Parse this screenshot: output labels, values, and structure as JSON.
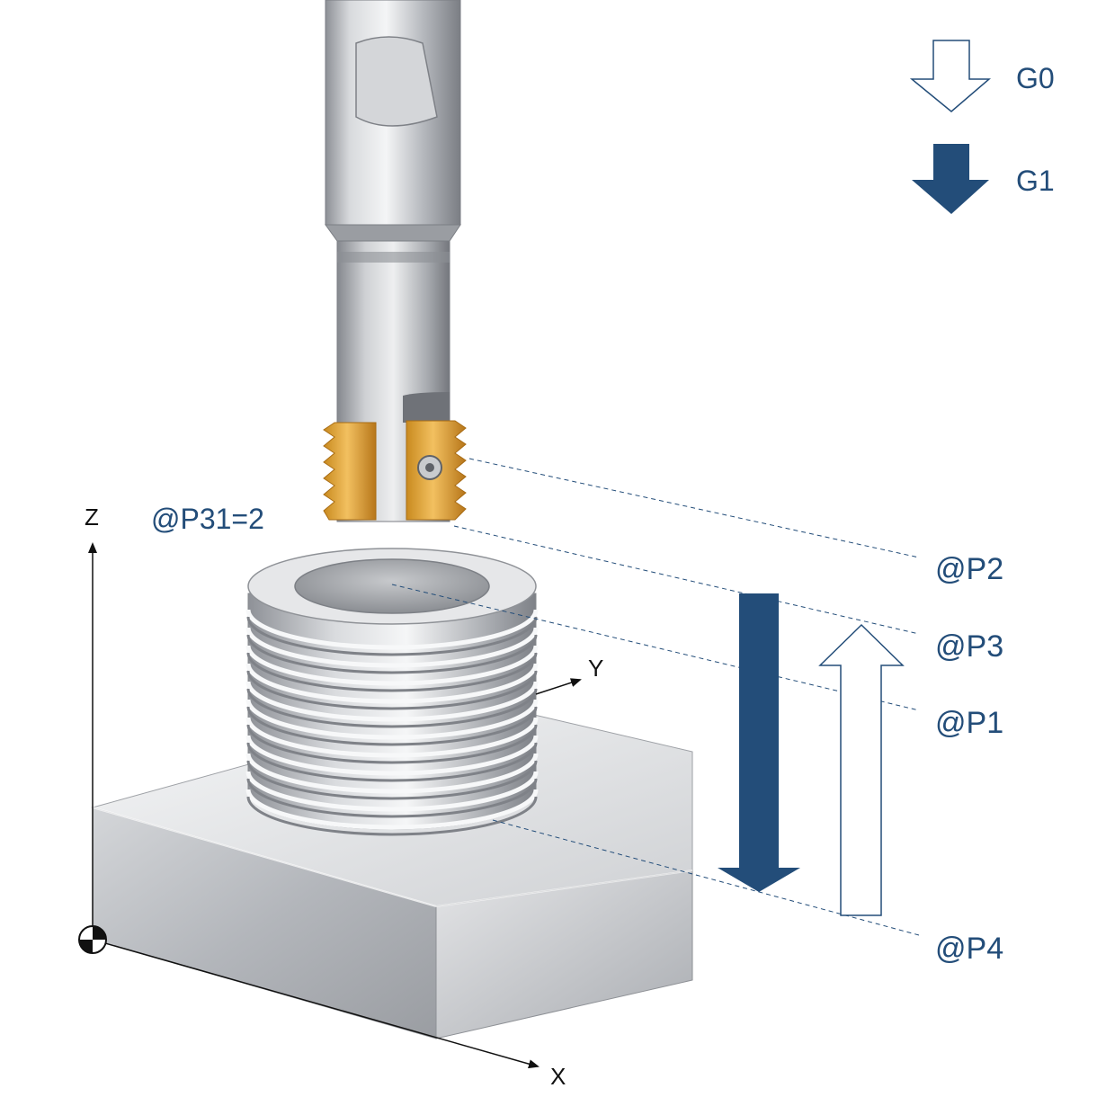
{
  "legend": {
    "rapid_label": "G0",
    "feed_label": "G1"
  },
  "parameters": {
    "p31": "@P31=2",
    "p2": "@P2",
    "p3": "@P3",
    "p1": "@P1",
    "p4": "@P4"
  },
  "axes": {
    "z": "Z",
    "y": "Y",
    "x": "X"
  },
  "colors": {
    "accent": "#234d79",
    "insert": "#e0a53c",
    "steel": "#b9bcc2"
  }
}
